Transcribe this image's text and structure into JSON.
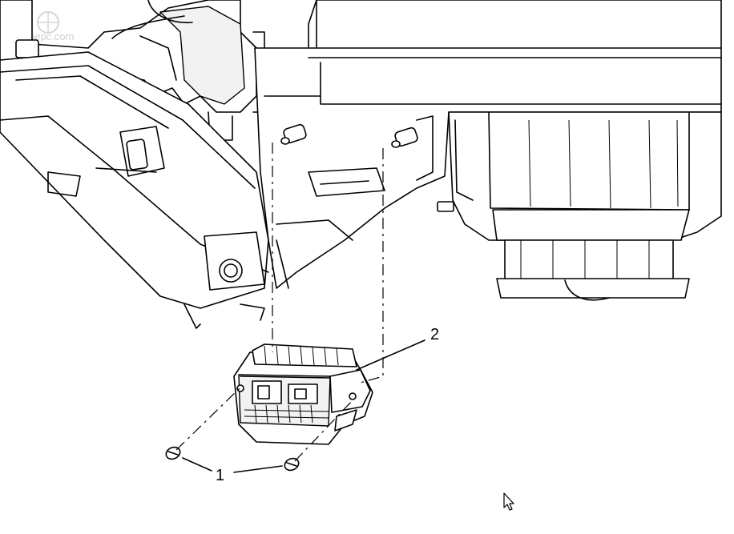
{
  "watermark": {
    "text": "autoepc.com"
  },
  "diagram": {
    "callouts": [
      {
        "id": "1",
        "label": "1"
      },
      {
        "id": "2",
        "label": "2"
      }
    ]
  },
  "cursor": {
    "icon": "mouse-pointer-icon"
  }
}
